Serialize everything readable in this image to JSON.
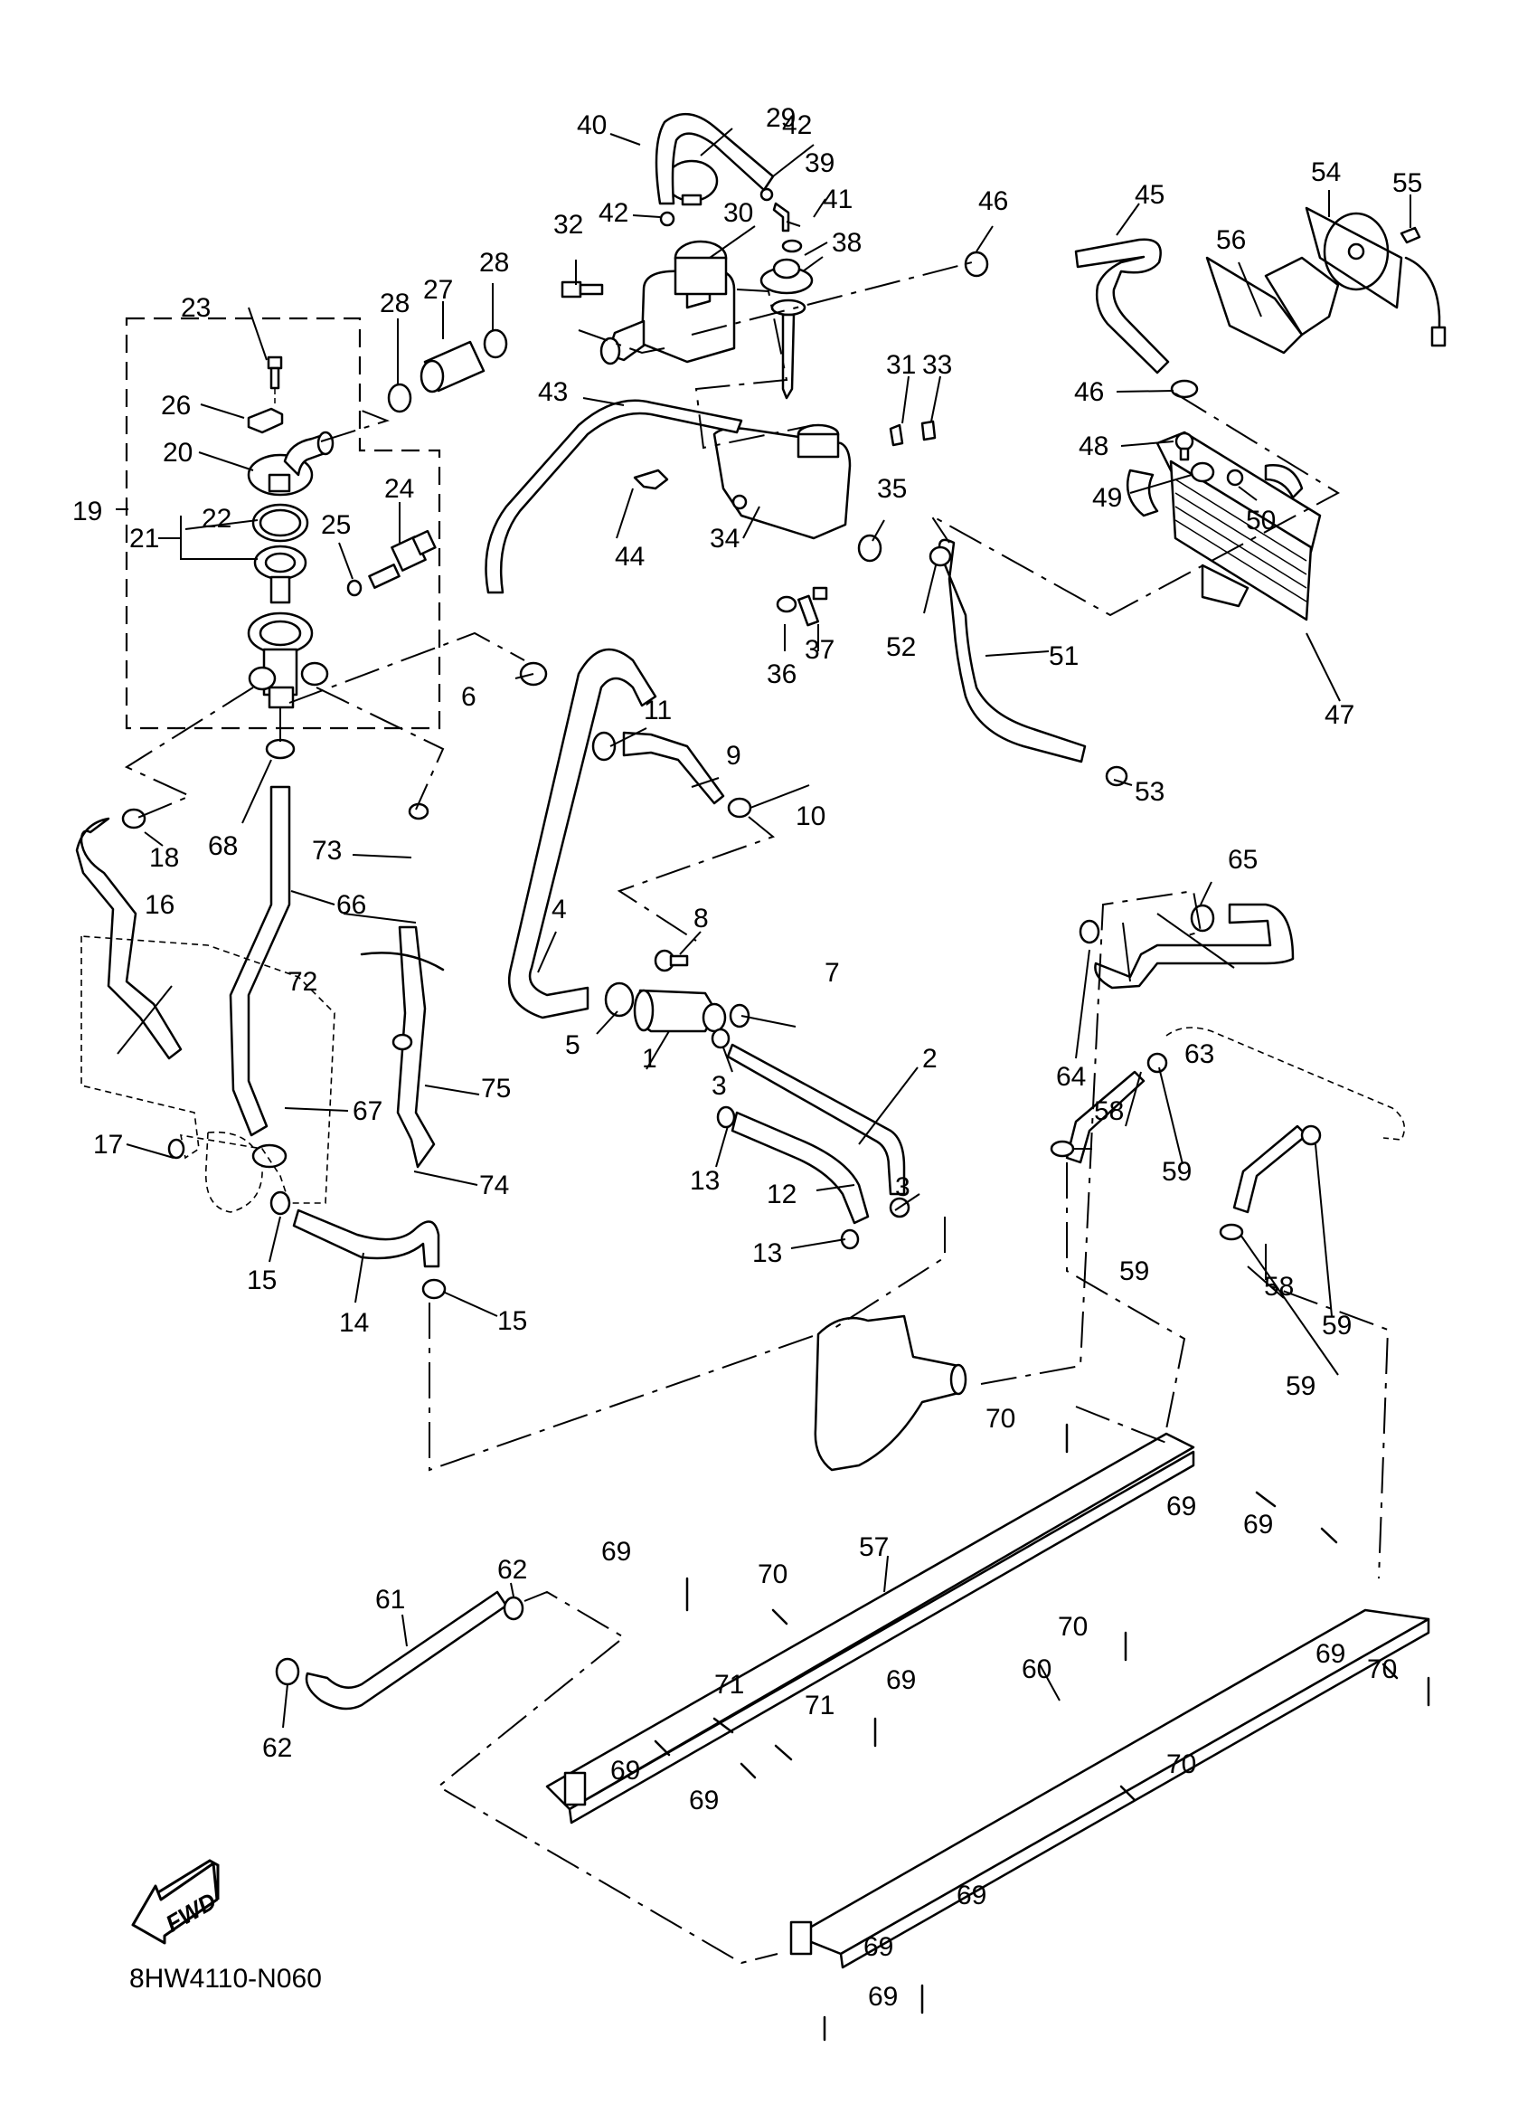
{
  "diagram": {
    "title_code": "8HW4110-N060",
    "fwd_label": "FWD",
    "callouts": [
      {
        "id": "1",
        "label": "1"
      },
      {
        "id": "2",
        "label": "2"
      },
      {
        "id": "3a",
        "label": "3"
      },
      {
        "id": "3b",
        "label": "3"
      },
      {
        "id": "4",
        "label": "4"
      },
      {
        "id": "5",
        "label": "5"
      },
      {
        "id": "6",
        "label": "6"
      },
      {
        "id": "7",
        "label": "7"
      },
      {
        "id": "8",
        "label": "8"
      },
      {
        "id": "9",
        "label": "9"
      },
      {
        "id": "10",
        "label": "10"
      },
      {
        "id": "11",
        "label": "11"
      },
      {
        "id": "12",
        "label": "12"
      },
      {
        "id": "13a",
        "label": "13"
      },
      {
        "id": "13b",
        "label": "13"
      },
      {
        "id": "14",
        "label": "14"
      },
      {
        "id": "15a",
        "label": "15"
      },
      {
        "id": "15b",
        "label": "15"
      },
      {
        "id": "16",
        "label": "16"
      },
      {
        "id": "17",
        "label": "17"
      },
      {
        "id": "18",
        "label": "18"
      },
      {
        "id": "19",
        "label": "19"
      },
      {
        "id": "20",
        "label": "20"
      },
      {
        "id": "21",
        "label": "21"
      },
      {
        "id": "22",
        "label": "22"
      },
      {
        "id": "23",
        "label": "23"
      },
      {
        "id": "24",
        "label": "24"
      },
      {
        "id": "25",
        "label": "25"
      },
      {
        "id": "26",
        "label": "26"
      },
      {
        "id": "27",
        "label": "27"
      },
      {
        "id": "28a",
        "label": "28"
      },
      {
        "id": "28b",
        "label": "28"
      },
      {
        "id": "29",
        "label": "29"
      },
      {
        "id": "30",
        "label": "30"
      },
      {
        "id": "31",
        "label": "31"
      },
      {
        "id": "32",
        "label": "32"
      },
      {
        "id": "33",
        "label": "33"
      },
      {
        "id": "34",
        "label": "34"
      },
      {
        "id": "35",
        "label": "35"
      },
      {
        "id": "36",
        "label": "36"
      },
      {
        "id": "37",
        "label": "37"
      },
      {
        "id": "38",
        "label": "38"
      },
      {
        "id": "39",
        "label": "39"
      },
      {
        "id": "40",
        "label": "40"
      },
      {
        "id": "41",
        "label": "41"
      },
      {
        "id": "42a",
        "label": "42"
      },
      {
        "id": "42b",
        "label": "42"
      },
      {
        "id": "43",
        "label": "43"
      },
      {
        "id": "44",
        "label": "44"
      },
      {
        "id": "45",
        "label": "45"
      },
      {
        "id": "46a",
        "label": "46"
      },
      {
        "id": "46b",
        "label": "46"
      },
      {
        "id": "47",
        "label": "47"
      },
      {
        "id": "48",
        "label": "48"
      },
      {
        "id": "49",
        "label": "49"
      },
      {
        "id": "50",
        "label": "50"
      },
      {
        "id": "51",
        "label": "51"
      },
      {
        "id": "52",
        "label": "52"
      },
      {
        "id": "53",
        "label": "53"
      },
      {
        "id": "54",
        "label": "54"
      },
      {
        "id": "55",
        "label": "55"
      },
      {
        "id": "56",
        "label": "56"
      },
      {
        "id": "57",
        "label": "57"
      },
      {
        "id": "58a",
        "label": "58"
      },
      {
        "id": "58b",
        "label": "58"
      },
      {
        "id": "59a",
        "label": "59"
      },
      {
        "id": "59b",
        "label": "59"
      },
      {
        "id": "59c",
        "label": "59"
      },
      {
        "id": "59d",
        "label": "59"
      },
      {
        "id": "60",
        "label": "60"
      },
      {
        "id": "61",
        "label": "61"
      },
      {
        "id": "62a",
        "label": "62"
      },
      {
        "id": "62b",
        "label": "62"
      },
      {
        "id": "63",
        "label": "63"
      },
      {
        "id": "64",
        "label": "64"
      },
      {
        "id": "65",
        "label": "65"
      },
      {
        "id": "66",
        "label": "66"
      },
      {
        "id": "67",
        "label": "67"
      },
      {
        "id": "68",
        "label": "68"
      },
      {
        "id": "69a",
        "label": "69"
      },
      {
        "id": "69b",
        "label": "69"
      },
      {
        "id": "69c",
        "label": "69"
      },
      {
        "id": "69d",
        "label": "69"
      },
      {
        "id": "69e",
        "label": "69"
      },
      {
        "id": "69f",
        "label": "69"
      },
      {
        "id": "69g",
        "label": "69"
      },
      {
        "id": "69h",
        "label": "69"
      },
      {
        "id": "69i",
        "label": "69"
      },
      {
        "id": "69j",
        "label": "69"
      },
      {
        "id": "70a",
        "label": "70"
      },
      {
        "id": "70b",
        "label": "70"
      },
      {
        "id": "70c",
        "label": "70"
      },
      {
        "id": "70d",
        "label": "70"
      },
      {
        "id": "70e",
        "label": "70"
      },
      {
        "id": "71a",
        "label": "71"
      },
      {
        "id": "71b",
        "label": "71"
      },
      {
        "id": "72",
        "label": "72"
      },
      {
        "id": "73",
        "label": "73"
      },
      {
        "id": "74",
        "label": "74"
      },
      {
        "id": "75",
        "label": "75"
      }
    ]
  }
}
